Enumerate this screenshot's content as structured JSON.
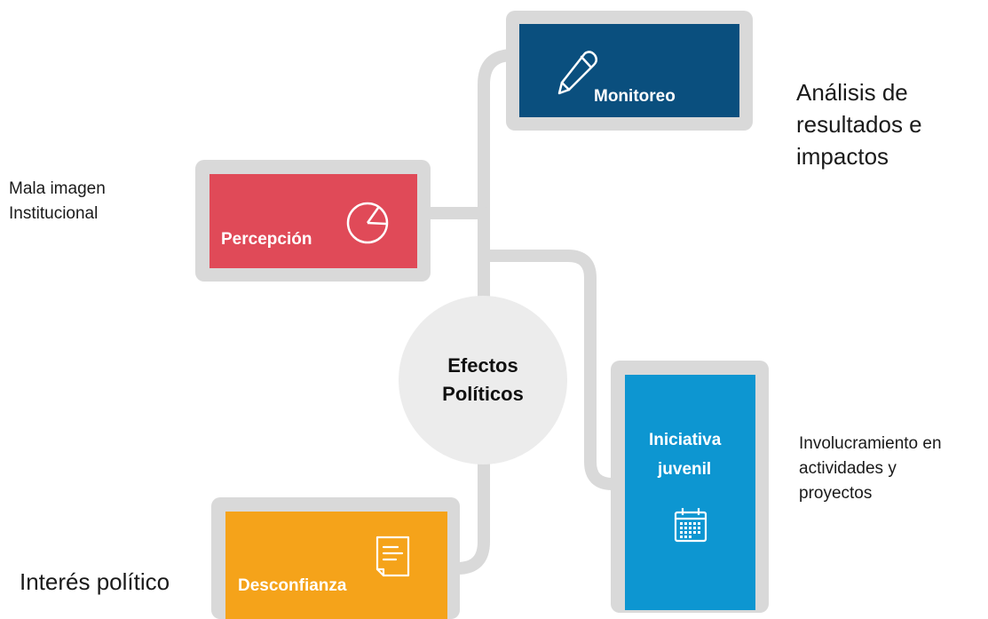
{
  "center": {
    "line1": "Efectos",
    "line2": "Políticos"
  },
  "nodes": {
    "monitoreo": {
      "label": "Monitoreo",
      "color": "#0a4f7e",
      "icon": "pencil-icon"
    },
    "percepcion": {
      "label": "Percepción",
      "color": "#e04a58",
      "icon": "pie-chart-icon"
    },
    "iniciativa": {
      "label_line1": "Iniciativa",
      "label_line2": "juvenil",
      "color": "#0d96d1",
      "icon": "calendar-icon"
    },
    "desconfianza": {
      "label": "Desconfianza",
      "color": "#f5a31a",
      "icon": "document-icon"
    }
  },
  "notes": {
    "monitoreo": [
      "Análisis de",
      "resultados e",
      "impactos"
    ],
    "percepcion": [
      "Mala imagen",
      "Institucional"
    ],
    "iniciativa": [
      "Involucramiento en",
      "actividades y",
      "proyectos"
    ],
    "desconfianza": [
      "Interés político"
    ]
  },
  "colors": {
    "connector": "#d9d9d9",
    "hub": "#ececec"
  }
}
